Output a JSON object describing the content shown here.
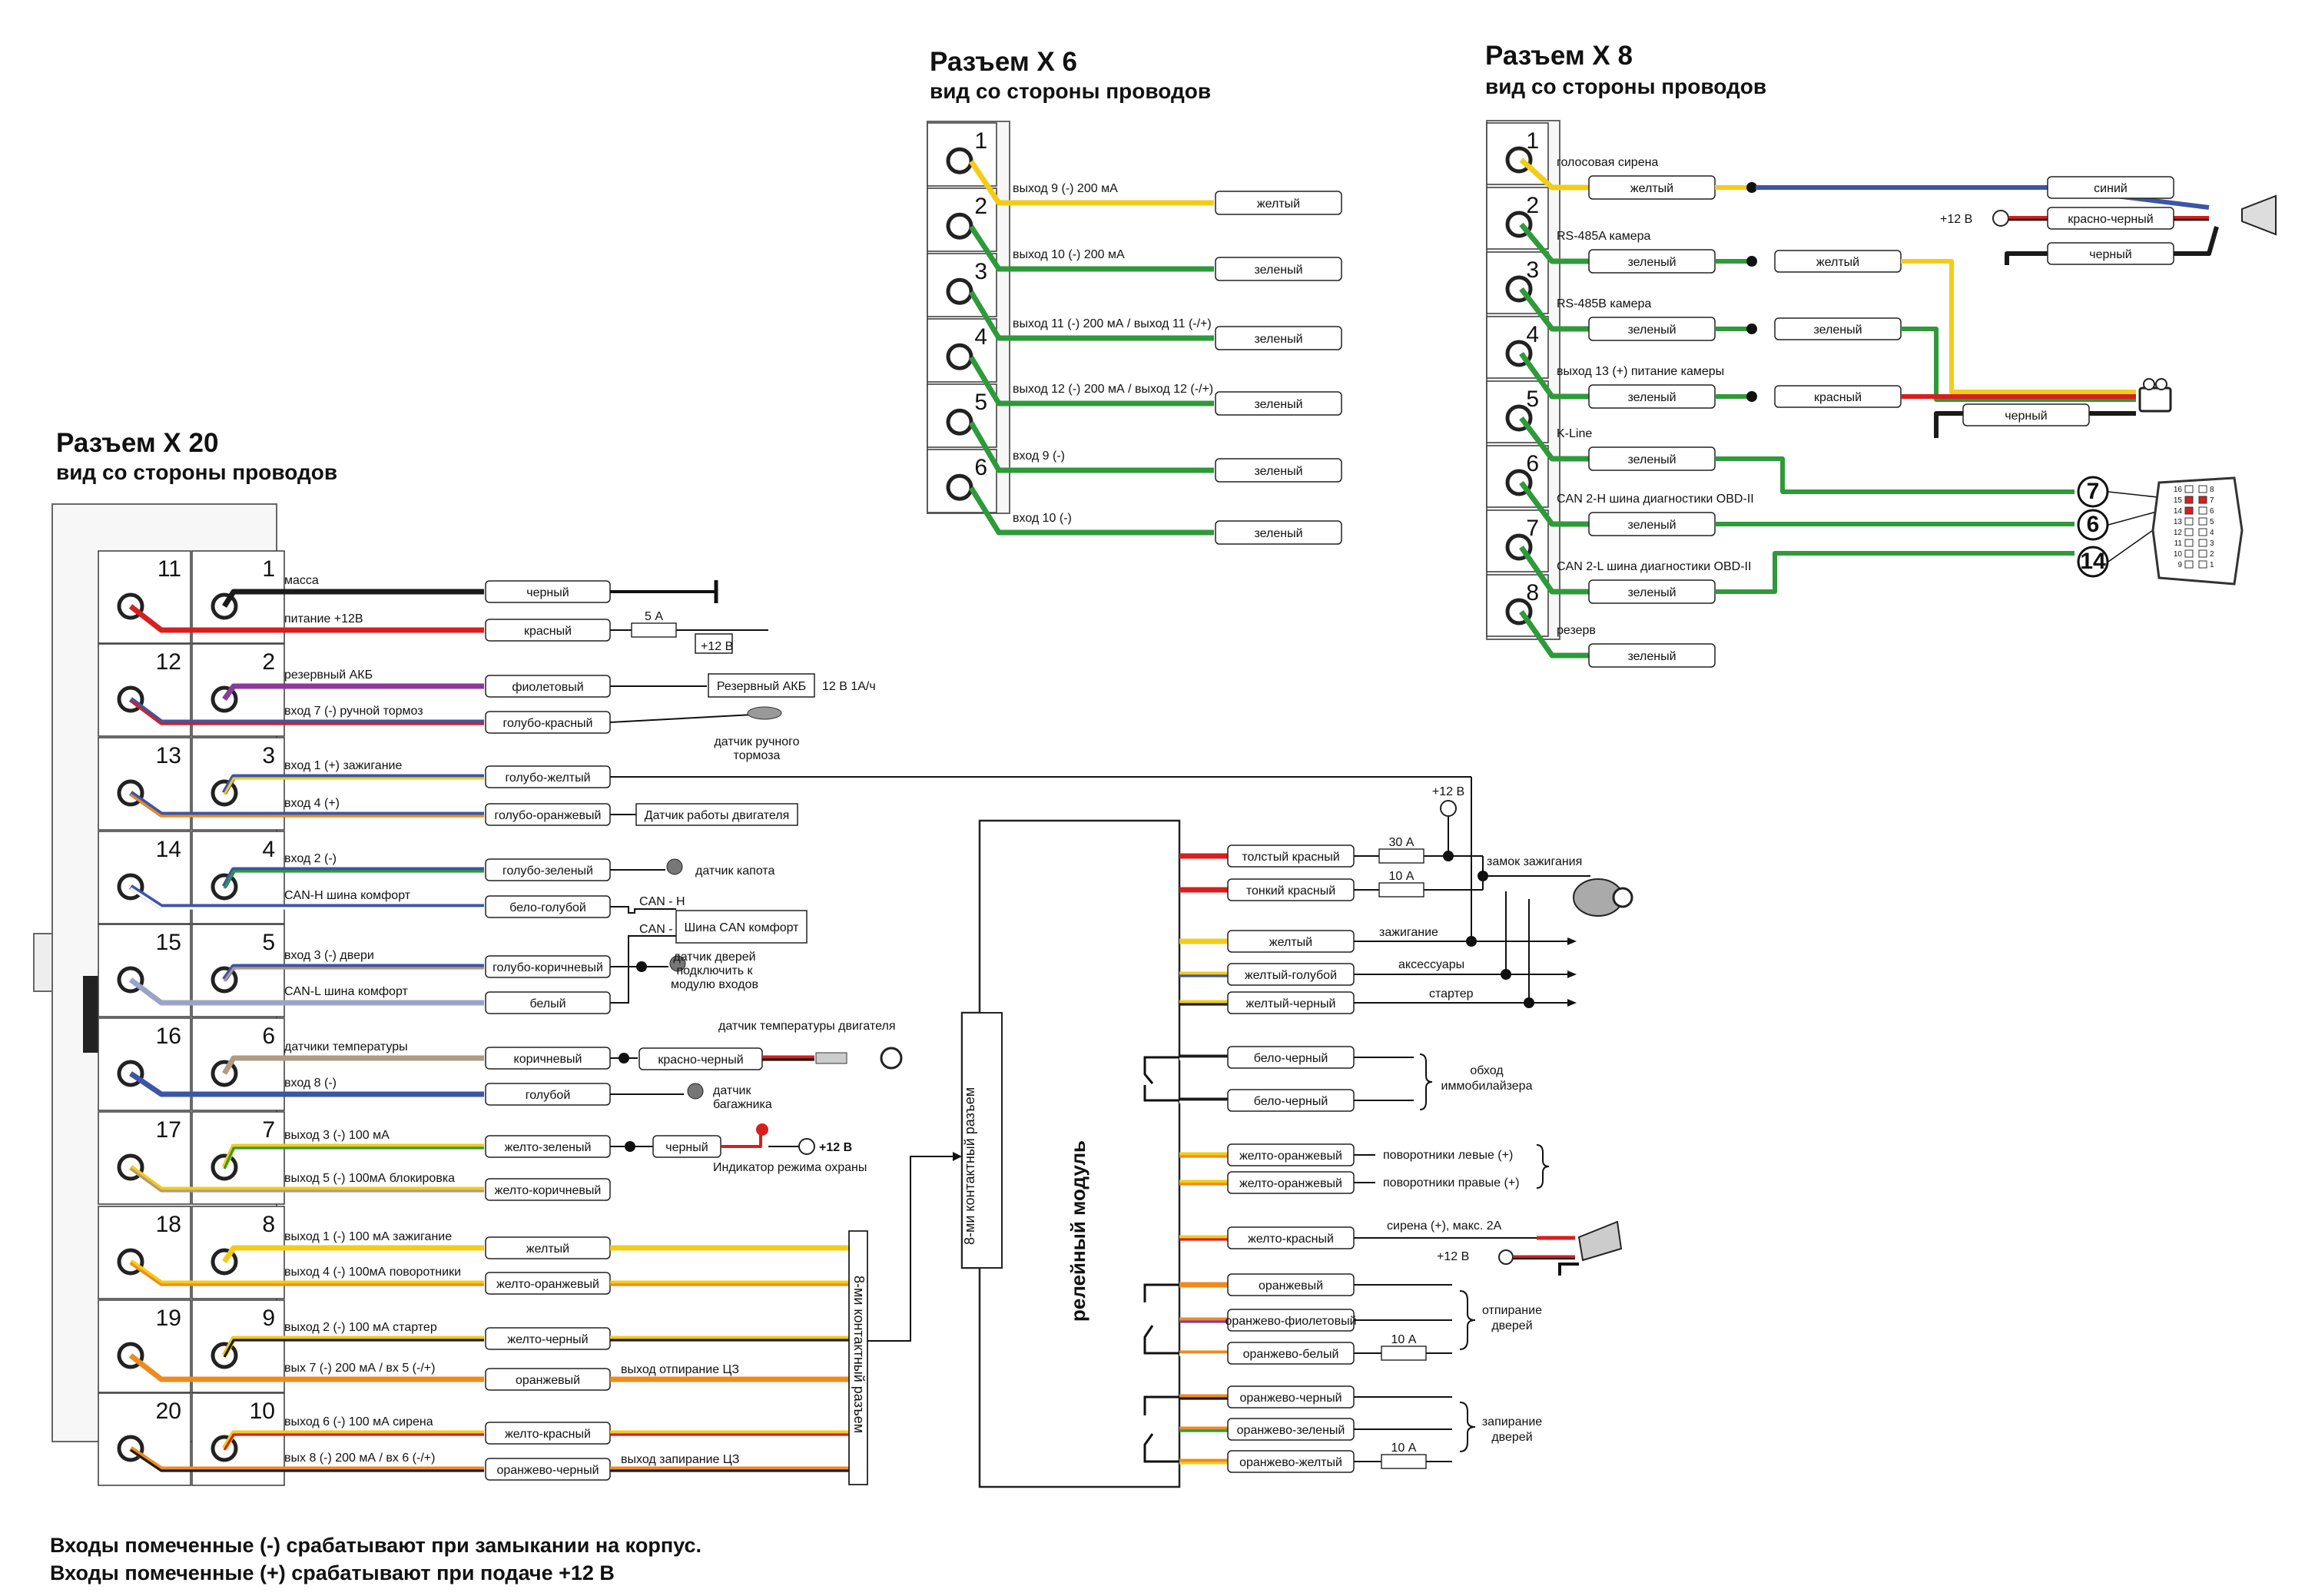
{
  "colors": {
    "black": "#1a1a1a",
    "red": "#d81e1e",
    "violet": "#8a3a9a",
    "blue": "#3d55a6",
    "yellow": "#f2cc18",
    "orange": "#ef8a1e",
    "green": "#2e9a3a",
    "brown": "#b09a84",
    "darkred": "#b01818"
  },
  "x20": {
    "title": "Разъем  Х 20",
    "subtitle": "вид со стороны проводов",
    "pins_left": [
      "11",
      "12",
      "13",
      "14",
      "15",
      "16",
      "17",
      "18",
      "19",
      "20"
    ],
    "pins_right": [
      "1",
      "2",
      "3",
      "4",
      "5",
      "6",
      "7",
      "8",
      "9",
      "10"
    ],
    "wires": [
      {
        "desc": "масса",
        "color": "черный",
        "c1": "black",
        "c2": "black",
        "src": "1"
      },
      {
        "desc": "питание +12В",
        "color": "красный",
        "c1": "red",
        "c2": "red",
        "src": "11"
      },
      {
        "desc": "резервный АКБ",
        "color": "фиолетовый",
        "c1": "violet",
        "c2": "violet",
        "src": "2"
      },
      {
        "desc": "вход 7 (-) ручной тормоз",
        "color": "голубо-красный",
        "c1": "blue",
        "c2": "red",
        "src": "12"
      },
      {
        "desc": "вход 1 (+) зажигание",
        "color": "голубо-желтый",
        "c1": "blue",
        "c2": "yellow",
        "src": "3"
      },
      {
        "desc": "вход 4 (+)",
        "color": "голубо-оранжевый",
        "c1": "blue",
        "c2": "orange",
        "src": "13"
      },
      {
        "desc": "вход 2 (-)",
        "color": "голубо-зеленый",
        "c1": "blue",
        "c2": "green",
        "src": "4"
      },
      {
        "desc": "CAN-H шина комфорт",
        "color": "бело-голубой",
        "c1": "blue",
        "c2": "white",
        "src": "14"
      },
      {
        "desc": "вход 3 (-) двери",
        "color": "голубо-коричневый",
        "c1": "blue",
        "c2": "brown",
        "src": "5"
      },
      {
        "desc": "CAN-L шина комфорт",
        "color": "белый",
        "c1": "white",
        "c2": "white",
        "src": "15"
      },
      {
        "desc": "датчики температуры",
        "color": "коричневый",
        "c1": "brown",
        "c2": "brown",
        "src": "6"
      },
      {
        "desc": "вход 8 (-)",
        "color": "голубой",
        "c1": "blue",
        "c2": "blue",
        "src": "16"
      },
      {
        "desc": "выход 3 (-) 100 мА",
        "color": "желто-зеленый",
        "c1": "yellow",
        "c2": "green",
        "src": "7"
      },
      {
        "desc": "выход 5 (-) 100мА блокировка",
        "color": "желто-коричневый",
        "c1": "yellow",
        "c2": "brown",
        "src": "17"
      },
      {
        "desc": "выход 1 (-) 100 мА зажигание",
        "color": "желтый",
        "c1": "yellow",
        "c2": "yellow",
        "src": "8"
      },
      {
        "desc": "выход 4 (-) 100мА поворотники",
        "color": "желто-оранжевый",
        "c1": "yellow",
        "c2": "orange",
        "src": "18"
      },
      {
        "desc": "выход 2 (-) 100 мА стартер",
        "color": "желто-черный",
        "c1": "yellow",
        "c2": "black",
        "src": "9"
      },
      {
        "desc": "вых 7 (-) 200 мА / вх 5 (-/+)",
        "color": "оранжевый",
        "c1": "orange",
        "c2": "orange",
        "src": "19"
      },
      {
        "desc": "выход 6 (-) 100 мА сирена",
        "color": "желто-красный",
        "c1": "yellow",
        "c2": "red",
        "src": "10"
      },
      {
        "desc": "вых 8 (-) 200 мА / вх 6 (-/+)",
        "color": "оранжево-черный",
        "c1": "orange",
        "c2": "black",
        "src": "20"
      }
    ],
    "fuse_5a": "5 А",
    "plus12": "+12 В",
    "reserve_box": "Резервный АКБ",
    "reserve_spec": "12 В 1А/ч",
    "handbrake_sensor": "датчик ручного\nтормоза",
    "engine_box": "Датчик работы двигателя",
    "hood_sensor": "датчик капота",
    "can_h": "CAN - H",
    "can_l": "CAN - L",
    "can_box": "Шина CAN комфорт",
    "door_sensor": "датчик дверей\nподключить к\nмодулю входов",
    "temp_sensor": "датчик температуры двигателя",
    "temp_wire": "красно-черный",
    "trunk_sensor": "датчик\nбагажника",
    "led_wire": "черный",
    "led_plus": "+12 В",
    "led_label": "Индикатор режима охраны",
    "out_cz_open": "выход отпирание ЦЗ",
    "out_cz_close": "выход запирание ЦЗ",
    "conn8": "8-ми контактный разъем"
  },
  "x6": {
    "title": "Разъем  Х 6",
    "subtitle": "вид со стороны проводов",
    "pins": [
      "1",
      "2",
      "3",
      "4",
      "5",
      "6"
    ],
    "wires": [
      {
        "desc": "выход 9 (-) 200 мА",
        "color": "желтый",
        "c": "yellow"
      },
      {
        "desc": "выход 10 (-) 200 мА",
        "color": "зеленый",
        "c": "green"
      },
      {
        "desc": "выход 11 (-) 200 мА / выход 11 (-/+)",
        "color": "зеленый",
        "c": "green"
      },
      {
        "desc": "выход 12 (-) 200 мА / выход 12 (-/+)",
        "color": "зеленый",
        "c": "green"
      },
      {
        "desc": "вход  9  (-)",
        "color": "зеленый",
        "c": "green"
      },
      {
        "desc": "вход 10 (-)",
        "color": "зеленый",
        "c": "green"
      }
    ]
  },
  "x8": {
    "title": "Разъем  Х 8",
    "subtitle": "вид со стороны проводов",
    "pins": [
      "1",
      "2",
      "3",
      "4",
      "5",
      "6",
      "7",
      "8"
    ],
    "wires": [
      {
        "desc": "голосовая сирена",
        "color": "желтый",
        "c": "yellow",
        "ext": "синий",
        "extc": "blue"
      },
      {
        "desc": "RS-485A камера",
        "color": "зеленый",
        "c": "green",
        "ext": "желтый",
        "extc": "yellow"
      },
      {
        "desc": "RS-485B камера",
        "color": "зеленый",
        "c": "green",
        "ext": "зеленый",
        "extc": "green"
      },
      {
        "desc": "выход 13 (+) питание камеры",
        "color": "зеленый",
        "c": "green",
        "ext": "красный",
        "extc": "red"
      },
      {
        "desc": "K-Line",
        "color": "зеленый",
        "c": "green"
      },
      {
        "desc": "CAN 2-H шина диагностики OBD-II",
        "color": "зеленый",
        "c": "green"
      },
      {
        "desc": "CAN 2-L шина диагностики OBD-II",
        "color": "зеленый",
        "c": "green"
      },
      {
        "desc": "резерв",
        "color": "зеленый",
        "c": "green"
      }
    ],
    "siren_plus": "+12 В",
    "siren_red": "красно-черный",
    "siren_black": "черный",
    "cam_black": "черный",
    "obd_circles": [
      "7",
      "6",
      "14"
    ],
    "obd_left": [
      "16",
      "15",
      "14",
      "13",
      "12",
      "11",
      "10",
      "9"
    ],
    "obd_right": [
      "8",
      "7",
      "6",
      "5",
      "4",
      "3",
      "2",
      "1"
    ]
  },
  "relay": {
    "title": "релейный модуль",
    "conn": "8-ми контактный разъем",
    "outputs": [
      {
        "color": "толстый красный",
        "c1": "red",
        "c2": "red"
      },
      {
        "color": "тонкий красный",
        "c1": "red",
        "c2": "red"
      },
      {
        "color": "желтый",
        "c1": "yellow",
        "c2": "yellow"
      },
      {
        "color": "желтый-голубой",
        "c1": "yellow",
        "c2": "blue"
      },
      {
        "color": "желтый-черный",
        "c1": "yellow",
        "c2": "black"
      },
      {
        "color": "бело-черный",
        "c1": "black",
        "c2": "white"
      },
      {
        "color": "бело-черный",
        "c1": "black",
        "c2": "white"
      },
      {
        "color": "желто-оранжевый",
        "c1": "yellow",
        "c2": "orange"
      },
      {
        "color": "желто-оранжевый",
        "c1": "yellow",
        "c2": "orange"
      },
      {
        "color": "желто-красный",
        "c1": "yellow",
        "c2": "red"
      },
      {
        "color": "оранжевый",
        "c1": "orange",
        "c2": "orange"
      },
      {
        "color": "оранжево-фиолетовый",
        "c1": "orange",
        "c2": "violet"
      },
      {
        "color": "оранжево-белый",
        "c1": "orange",
        "c2": "white"
      },
      {
        "color": "оранжево-черный",
        "c1": "orange",
        "c2": "black"
      },
      {
        "color": "оранжево-зеленый",
        "c1": "orange",
        "c2": "green"
      },
      {
        "color": "оранжево-желтый",
        "c1": "orange",
        "c2": "yellow"
      }
    ],
    "fuse30": "30 А",
    "fuse10": "10 А",
    "plus12": "+12 В",
    "ignition_lock": "замок зажигания",
    "ign": "зажигание",
    "acc": "аксессуары",
    "starter": "стартер",
    "immo": "обход\nиммобилайзера",
    "turn_left": "поворотники левые (+)",
    "turn_right": "поворотники правые (+)",
    "siren": "сирена (+), макс. 2А",
    "siren_plus": "+12 В",
    "door_open": "отпирание\nдверей",
    "door_close": "запирание\nдверей"
  },
  "notes": [
    "Входы помеченные (-) срабатывают при замыкании на корпус.",
    "Входы помеченные (+) срабатывают при подаче +12 В"
  ]
}
